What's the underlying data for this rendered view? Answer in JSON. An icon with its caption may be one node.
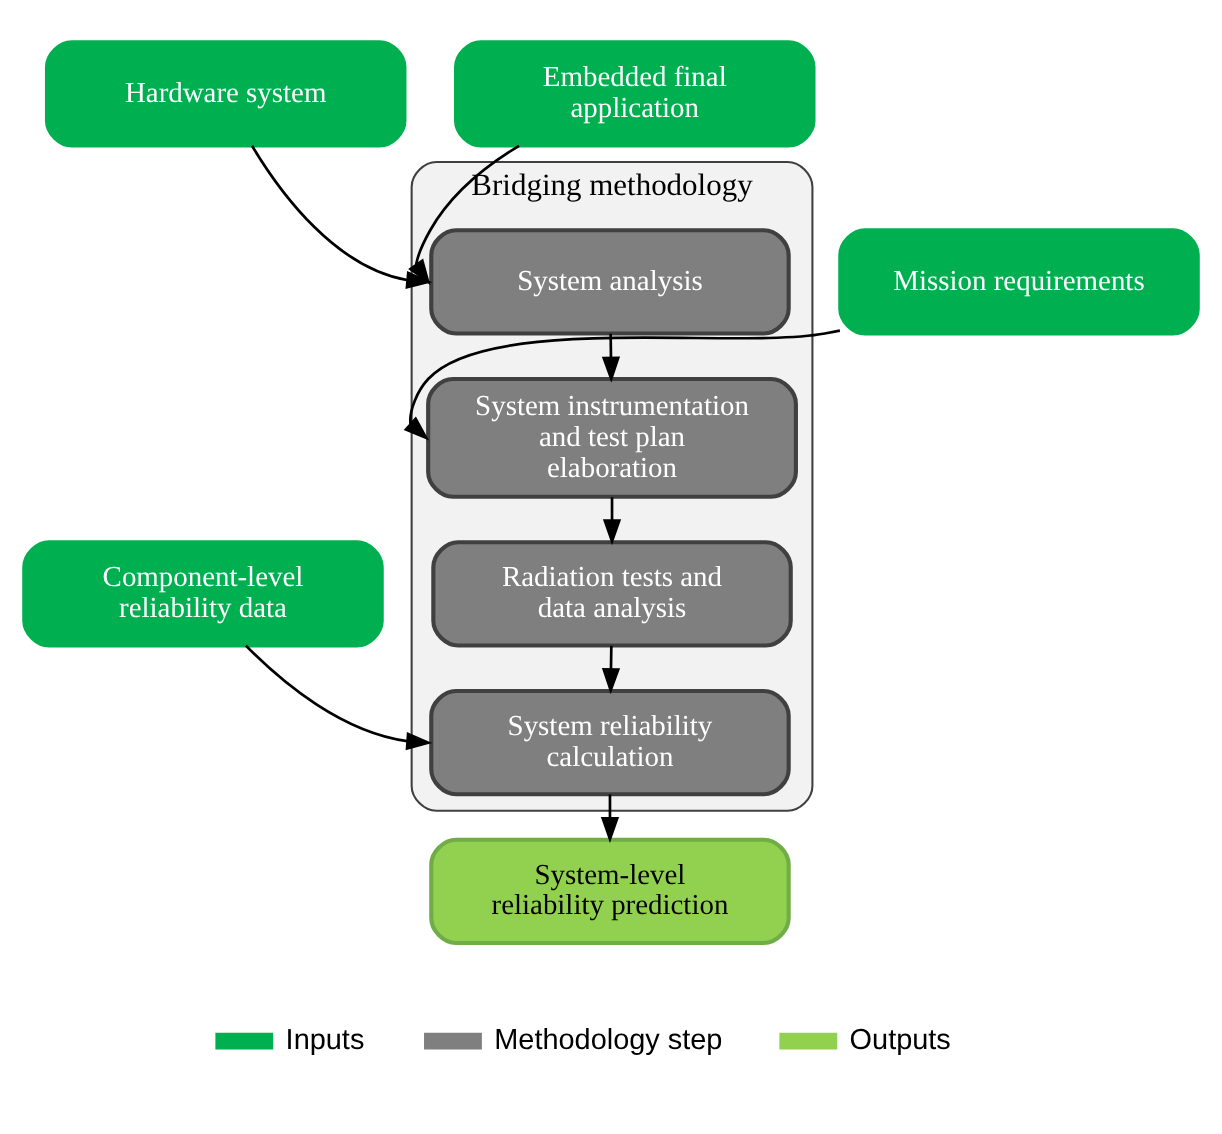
{
  "diagram": {
    "nodes": [
      {
        "text": [
          "Bridging methodology"
        ]
      },
      {
        "text": [
          "System analysis"
        ],
        "in": 0
      },
      {
        "text": [
          "System instrumentation and test plan elaboration"
        ],
        "in": 0
      },
      {
        "text": [
          "Radiation tests and data analysis"
        ],
        "in": 0
      },
      {
        "text": [
          "System reliability calculation"
        ],
        "in": 0
      },
      {
        "text": [
          "Hardware system"
        ]
      },
      {
        "text": [
          "Embedded final application"
        ]
      },
      {
        "text": [
          "Mission requirements"
        ]
      },
      {
        "text": [
          "Component-level reliability data"
        ]
      },
      {
        "text": [
          "System-level reliability prediction"
        ]
      }
    ],
    "edges": [
      {
        "from": 5,
        "to": 1,
        "arrow": "to"
      },
      {
        "from": 6,
        "to": 1,
        "arrow": "to"
      },
      {
        "from": 1,
        "to": 2,
        "arrow": "to"
      },
      {
        "from": 7,
        "to": 2,
        "arrow": "to"
      },
      {
        "from": 2,
        "to": 3,
        "arrow": "to"
      },
      {
        "from": 3,
        "to": 4,
        "arrow": "to"
      },
      {
        "from": 8,
        "to": 4,
        "arrow": "to"
      },
      {
        "from": 4,
        "to": 9,
        "arrow": "to"
      }
    ],
    "legend": [
      {
        "text": "Inputs",
        "color": "#00b050"
      },
      {
        "text": "Methodology step",
        "color": "#7f7f7f"
      },
      {
        "text": "Outputs",
        "color": "#92d050"
      }
    ]
  }
}
